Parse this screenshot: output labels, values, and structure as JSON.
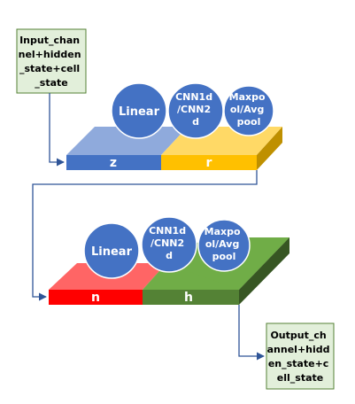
{
  "colors": {
    "circle_fill": "#4472c4",
    "circle_stroke": "#ffffff",
    "box_fill": "#e2efda",
    "box_stroke": "#548235",
    "line": "#2f5597",
    "z": "#4472c4",
    "r": "#ffc000",
    "n": "#ff0000",
    "h": "#548235"
  },
  "input_box": {
    "lines": [
      "Input_chan",
      "nel+hidden",
      "_state+cell",
      "_state"
    ]
  },
  "output_box": {
    "lines": [
      "Output_ch",
      "annel+hidd",
      "en_state+c",
      "ell_state"
    ]
  },
  "block_top": {
    "left_label": "z",
    "right_label": "r",
    "circles": [
      {
        "lines": [
          "Linear"
        ]
      },
      {
        "lines": [
          "CNN1d",
          "/CNN2",
          "d"
        ]
      },
      {
        "lines": [
          "Maxpo",
          "ol/Avg",
          "pool"
        ]
      }
    ]
  },
  "block_bottom": {
    "left_label": "n",
    "right_label": "h",
    "circles": [
      {
        "lines": [
          "Linear"
        ]
      },
      {
        "lines": [
          "CNN1d",
          "/CNN2",
          "d"
        ]
      },
      {
        "lines": [
          "Maxpo",
          "ol/Avg",
          "pool"
        ]
      }
    ]
  }
}
